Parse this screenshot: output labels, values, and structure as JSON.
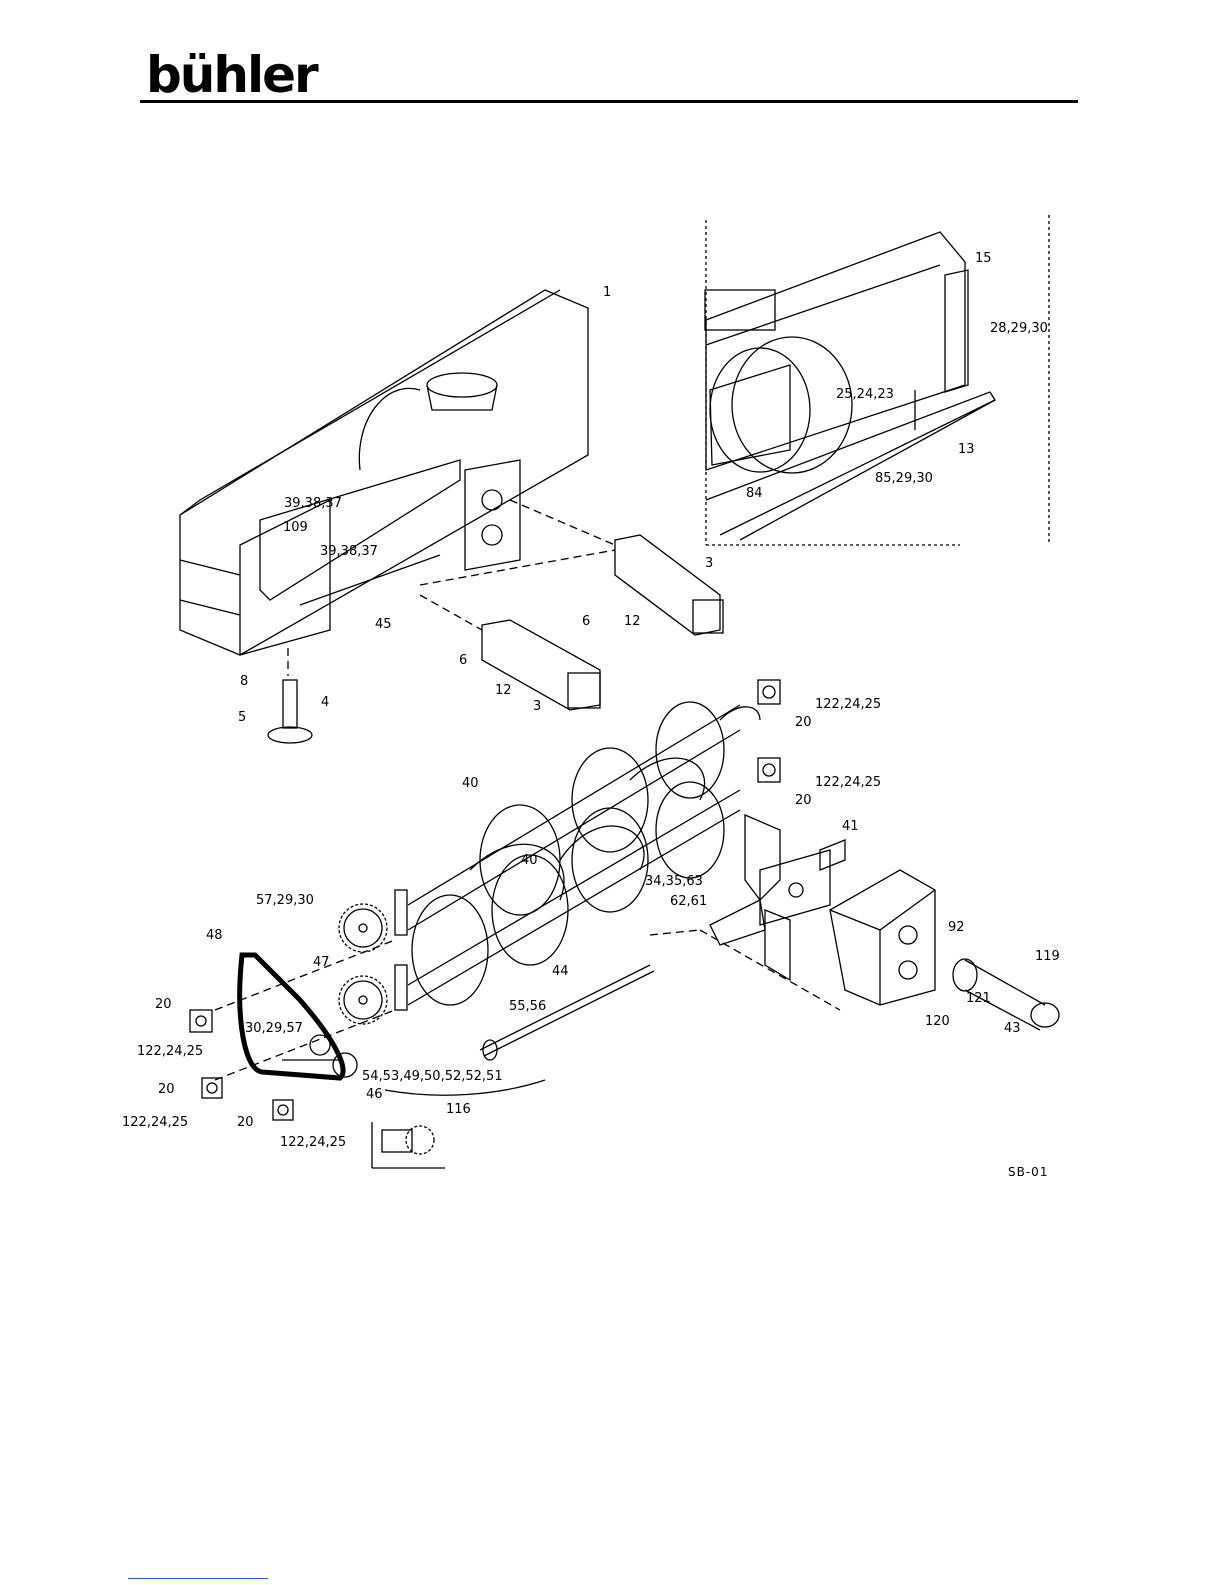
{
  "header": {
    "logo_text": "bühler"
  },
  "drawing_code": "SB-01",
  "part_labels": {
    "p1": "1",
    "p15": "15",
    "p28": "28,29,30",
    "p25": "25,24,23",
    "p13": "13",
    "p84": "84",
    "p85": "85,29,30",
    "p39a": "39,38,37",
    "p109": "109",
    "p39b": "39,38,37",
    "p45": "45",
    "p3a": "3",
    "p6a": "6",
    "p12a": "12",
    "p6b": "6",
    "p12b": "12",
    "p3b": "3",
    "p8": "8",
    "p5": "5",
    "p4": "4",
    "p122a": "122,24,25",
    "p20a": "20",
    "p40a": "40",
    "p122b": "122,24,25",
    "p20b": "20",
    "p41": "41",
    "p40b": "40",
    "p34": "34,35,63",
    "p62": "62,61",
    "p57a": "57,29,30",
    "p48": "48",
    "p47": "47",
    "p44": "44",
    "p92": "92",
    "p119": "119",
    "p20c": "20",
    "p30": "30,29,57",
    "p55": "55,56",
    "p121": "121",
    "p120": "120",
    "p43": "43",
    "p122c": "122,24,25",
    "p54": "54,53,49,50,52,52,51",
    "p20d": "20",
    "p46": "46",
    "p122d": "122,24,25",
    "p20e": "20",
    "p116": "116",
    "p122e": "122,24,25"
  }
}
